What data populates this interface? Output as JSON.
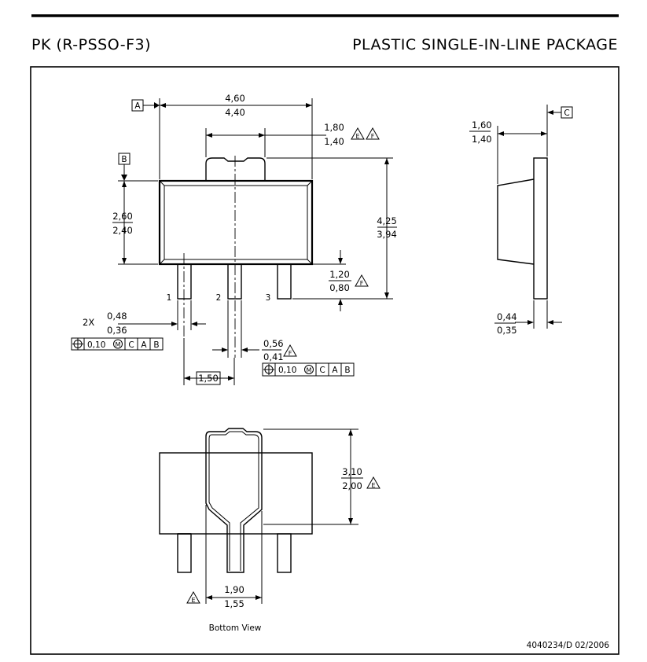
{
  "header": {
    "left_title": "PK (R-PSSO-F3)",
    "right_title": "PLASTIC SINGLE-IN-LINE PACKAGE"
  },
  "datums": {
    "a": "A",
    "b": "B",
    "c": "C"
  },
  "dimensions": {
    "width_top": "4,60",
    "width_bottom": "4,40",
    "tab_top": "1,80",
    "tab_bottom": "1,40",
    "body_h_top": "2,60",
    "body_h_bottom": "2,40",
    "total_h_top": "4,25",
    "total_h_bottom": "3,94",
    "lead_len_top": "1,20",
    "lead_len_bottom": "0,80",
    "lead_w_prefix": "2X",
    "lead_w_top": "0,48",
    "lead_w_bottom": "0,36",
    "mid_lead_top": "0,56",
    "mid_lead_bottom": "0,41",
    "pitch": "1,50",
    "side_thk_top": "1,60",
    "side_thk_bottom": "1,40",
    "side_lead_top": "0,44",
    "side_lead_bottom": "0,35",
    "bottom_h_top": "3,10",
    "bottom_h_bottom": "2,00",
    "bottom_w_top": "1,90",
    "bottom_w_bottom": "1,55"
  },
  "notes": {
    "e": "E",
    "f": "F"
  },
  "pins": [
    "1",
    "2",
    "3"
  ],
  "tolerance_frame": {
    "value": "0,10",
    "modifier": "M",
    "refs": [
      "C",
      "A",
      "B"
    ]
  },
  "view_label": "Bottom View",
  "doc_id": "4040234/D  02/2006"
}
